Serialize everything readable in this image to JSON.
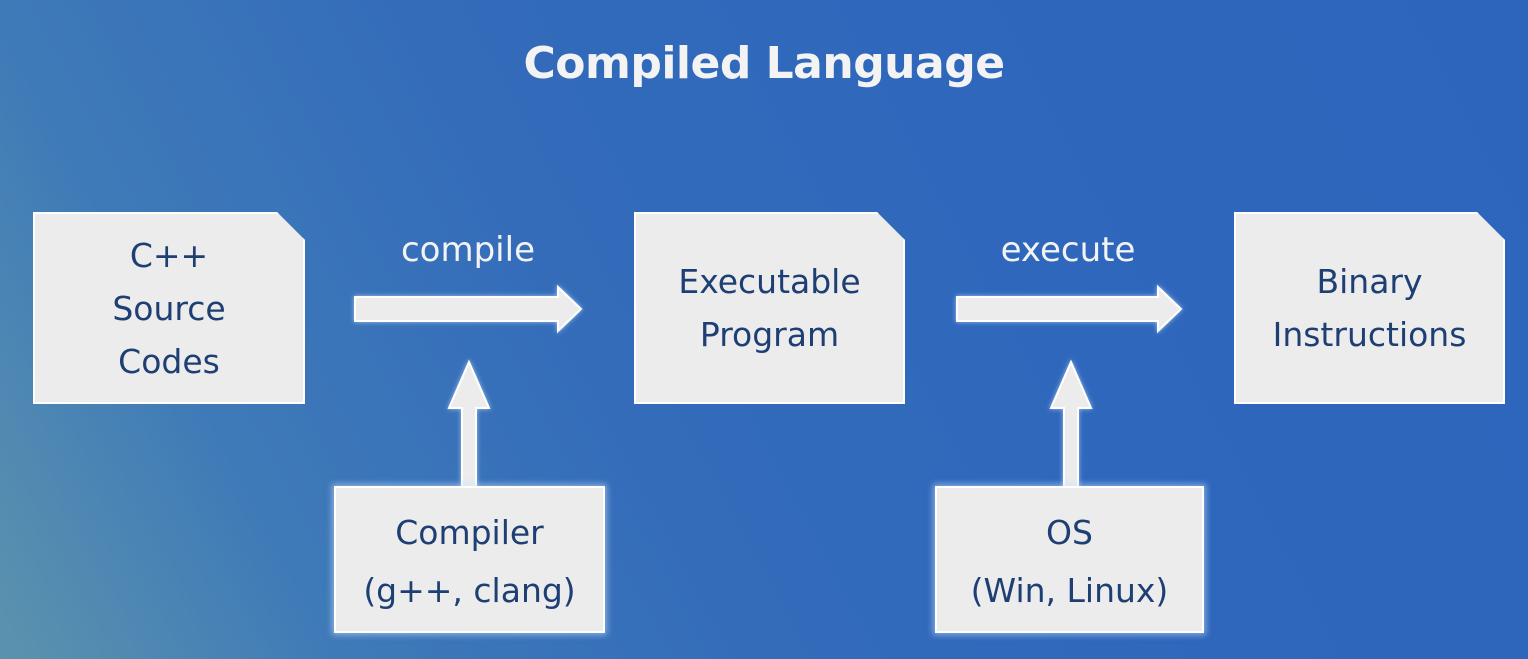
{
  "title": "Compiled Language",
  "nodes": {
    "source": {
      "lines": [
        "C++",
        "Source",
        "Codes"
      ]
    },
    "executable": {
      "lines": [
        "Executable",
        "Program"
      ]
    },
    "binary": {
      "lines": [
        "Binary",
        "Instructions"
      ]
    },
    "compiler": {
      "lines": [
        "Compiler",
        "(g++, clang)"
      ]
    },
    "os": {
      "lines": [
        "OS",
        "(Win, Linux)"
      ]
    }
  },
  "edges": {
    "compile": "compile",
    "execute": "execute"
  },
  "colors": {
    "background": "#2f67bc",
    "box_fill": "#ececec",
    "box_text": "#1e3f73",
    "arrow_fill": "#ececec",
    "title_text": "#f3f3f3"
  }
}
